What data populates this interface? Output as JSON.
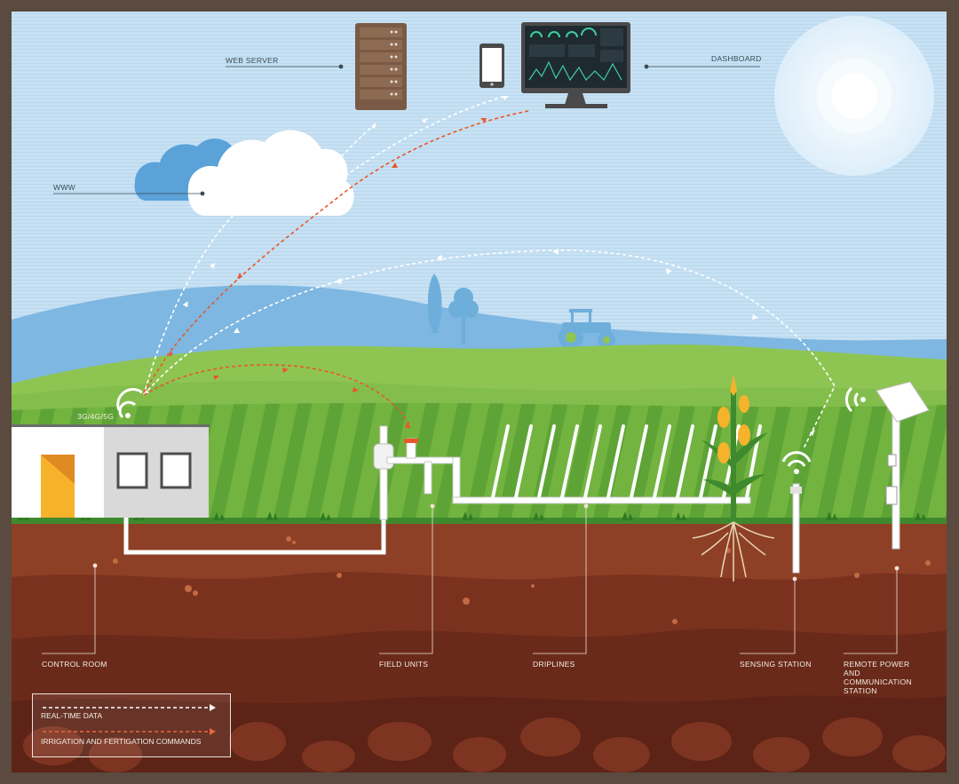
{
  "labels": {
    "web_server": "WEB SERVER",
    "dashboard": "DASHBOARD",
    "www": "WWW",
    "network": "3G/4G/5G",
    "control_room": "CONTROL ROOM",
    "field_units": "FIELD UNITS",
    "driplines": "DRIPLINES",
    "sensing_station": "SENSING STATION",
    "remote_station": "REMOTE POWER AND COMMUNICATION STATION"
  },
  "legend": {
    "realtime": "REAL-TIME DATA",
    "commands": "IRRIGATION AND FERTIGATION COMMANDS"
  },
  "colors": {
    "frame": "#5a4a40",
    "sky": "#c4dff1",
    "far_hills": "#7fb7e0",
    "hills": "#8fc552",
    "field": "#6eb13f",
    "soil_top": "#8d4026",
    "soil_mid": "#6f2c1b",
    "soil_deep": "#5a2115",
    "realtime_arrow": "#ffffff",
    "command_arrow": "#e8582b"
  }
}
